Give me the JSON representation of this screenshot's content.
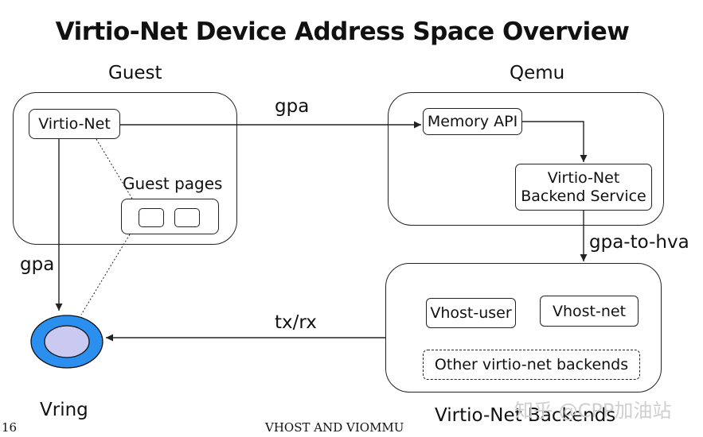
{
  "title": "Virtio-Net Device Address Space Overview",
  "groups": {
    "guest": "Guest",
    "qemu": "Qemu",
    "backends": "Virtio-Net Backends"
  },
  "nodes": {
    "virtio_net": "Virtio-Net",
    "guest_pages": "Guest pages",
    "memory_api": "Memory API",
    "backend_service_line1": "Virtio-Net",
    "backend_service_line2": "Backend Service",
    "vhost_user": "Vhost-user",
    "vhost_net": "Vhost-net",
    "other_backends": "Other virtio-net backends",
    "vring": "Vring"
  },
  "edges": {
    "gpa_top": "gpa",
    "gpa_left": "gpa",
    "gpa_to_hva": "gpa-to-hva",
    "tx_rx": "tx/rx"
  },
  "footer": {
    "page_number": "16",
    "section": "VHOST AND VIOMMU"
  },
  "watermark": "知乎 @CPP加油站",
  "colors": {
    "vring_outer": "#2b8ff0",
    "vring_inner": "#c9c9f2",
    "line": "#222222"
  }
}
